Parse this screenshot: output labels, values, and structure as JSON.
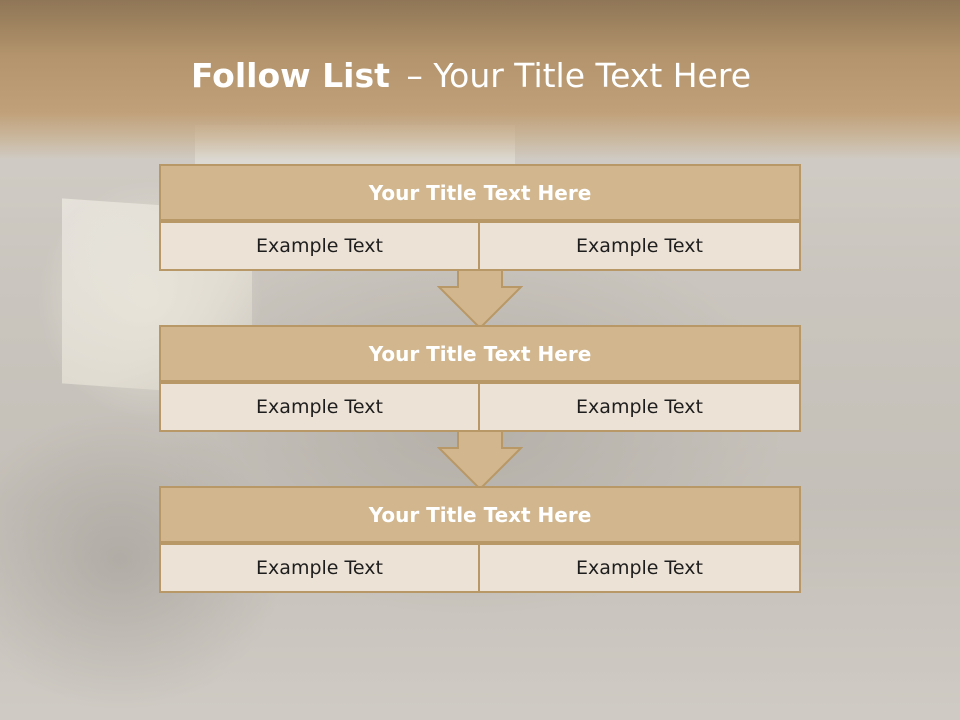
{
  "slide": {
    "title_bold": "Follow List",
    "title_rest": "– Your Title Text Here"
  },
  "steps": [
    {
      "title": "Your Title Text Here",
      "left": "Example Text",
      "right": "Example Text"
    },
    {
      "title": "Your Title Text Here",
      "left": "Example Text",
      "right": "Example Text"
    },
    {
      "title": "Your Title Text Here",
      "left": "Example Text",
      "right": "Example Text"
    }
  ],
  "colors": {
    "header_fill": "#d1b68e",
    "cell_fill": "#ece2d6",
    "border": "#b89866",
    "title_band": "#b3946c",
    "arrow_fill": "#d1b68e"
  }
}
